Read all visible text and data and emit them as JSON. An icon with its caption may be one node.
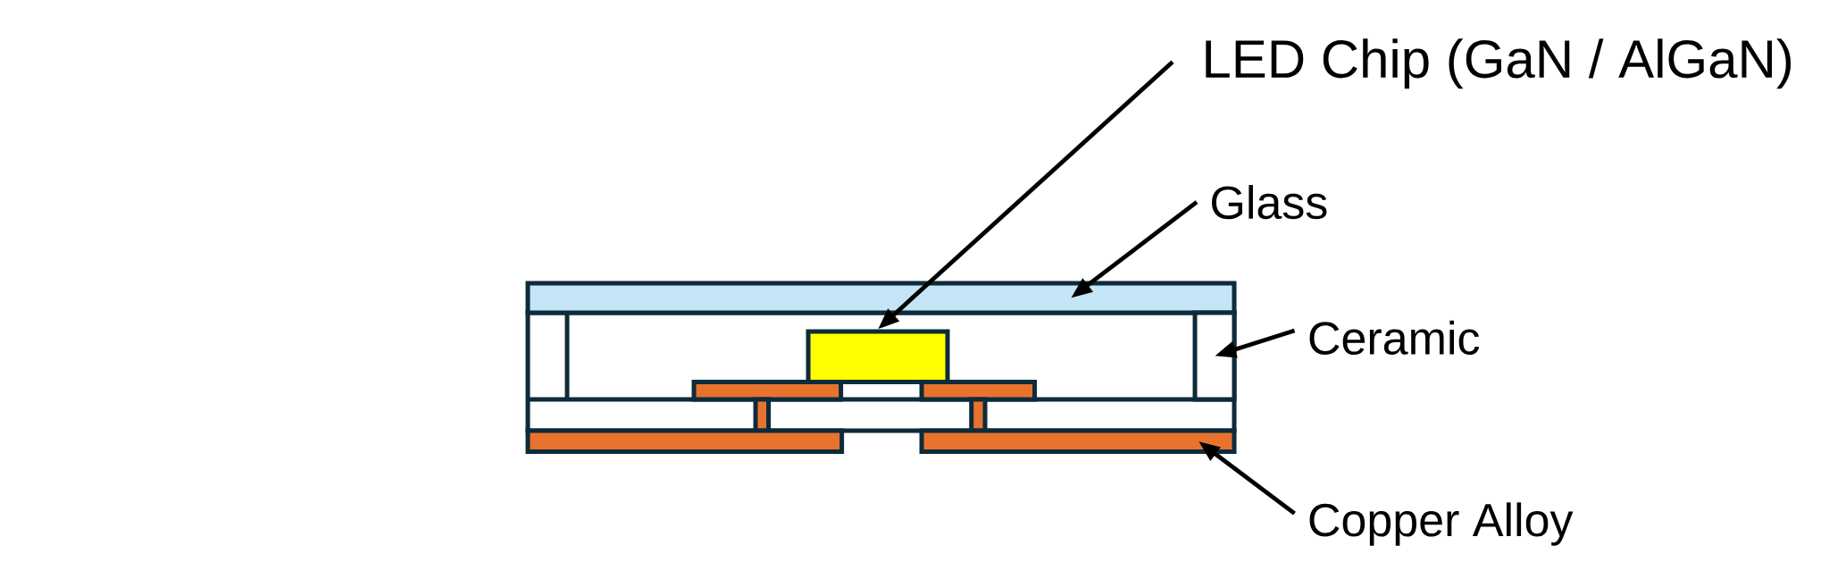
{
  "diagram": {
    "nodes": [
      {
        "text": [
          "LED Chip (GaN / AlGaN)"
        ]
      },
      {
        "text": [
          "Glass"
        ]
      },
      {
        "text": [
          "Ceramic"
        ]
      },
      {
        "text": [
          "Copper Alloy"
        ]
      },
      {
        "text": [],
        "shape": "box"
      },
      {
        "text": [],
        "shape": "box"
      },
      {
        "text": [],
        "shape": "box"
      },
      {
        "text": [],
        "shape": "box"
      },
      {
        "text": [],
        "shape": "box"
      }
    ],
    "edges": [
      {
        "from": 0,
        "to": 5,
        "arrow": "to"
      },
      {
        "from": 1,
        "to": 4,
        "arrow": "to"
      },
      {
        "from": 2,
        "to": 6,
        "arrow": "to"
      },
      {
        "from": 3,
        "to": 8,
        "arrow": "to"
      }
    ]
  }
}
